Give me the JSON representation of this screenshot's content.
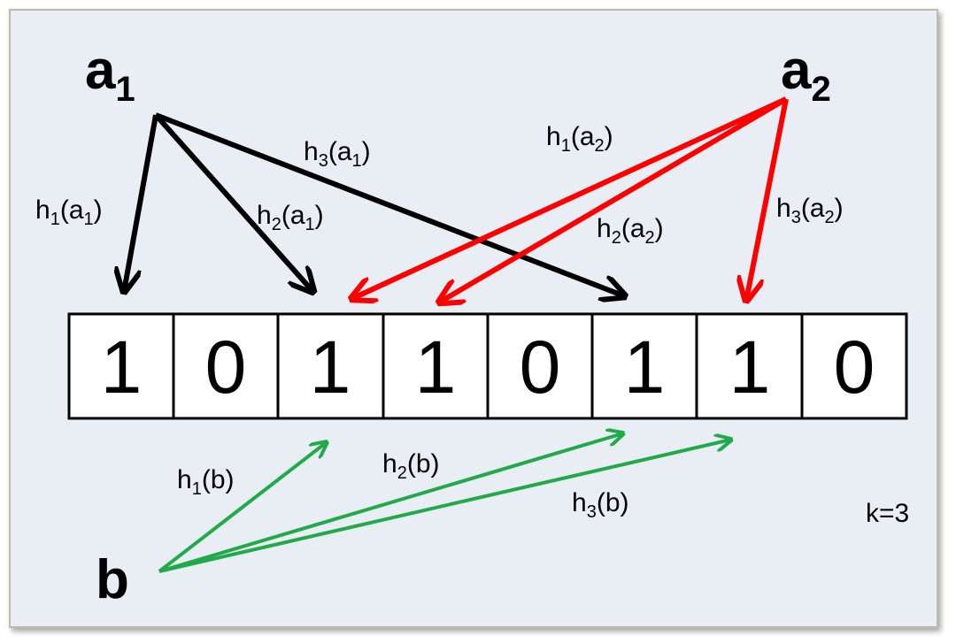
{
  "nodes": {
    "a1": {
      "main": "a",
      "sub": "1"
    },
    "a2": {
      "main": "a",
      "sub": "2"
    },
    "b": {
      "main": "b"
    }
  },
  "bits": [
    "1",
    "0",
    "1",
    "1",
    "0",
    "1",
    "1",
    "0"
  ],
  "edges": {
    "a1_h1": {
      "f": "h",
      "fsub": "1",
      "arg": "a",
      "argsub": "1"
    },
    "a1_h2": {
      "f": "h",
      "fsub": "2",
      "arg": "a",
      "argsub": "1"
    },
    "a1_h3": {
      "f": "h",
      "fsub": "3",
      "arg": "a",
      "argsub": "1"
    },
    "a2_h1": {
      "f": "h",
      "fsub": "1",
      "arg": "a",
      "argsub": "2"
    },
    "a2_h2": {
      "f": "h",
      "fsub": "2",
      "arg": "a",
      "argsub": "2"
    },
    "a2_h3": {
      "f": "h",
      "fsub": "3",
      "arg": "a",
      "argsub": "2"
    },
    "b_h1": {
      "f": "h",
      "fsub": "1",
      "arg": "b"
    },
    "b_h2": {
      "f": "h",
      "fsub": "2",
      "arg": "b"
    },
    "b_h3": {
      "f": "h",
      "fsub": "3",
      "arg": "b"
    }
  },
  "k_label": "k=3",
  "colors": {
    "a1": "#000000",
    "a2": "#ff0000",
    "b": "#22aa4a"
  }
}
